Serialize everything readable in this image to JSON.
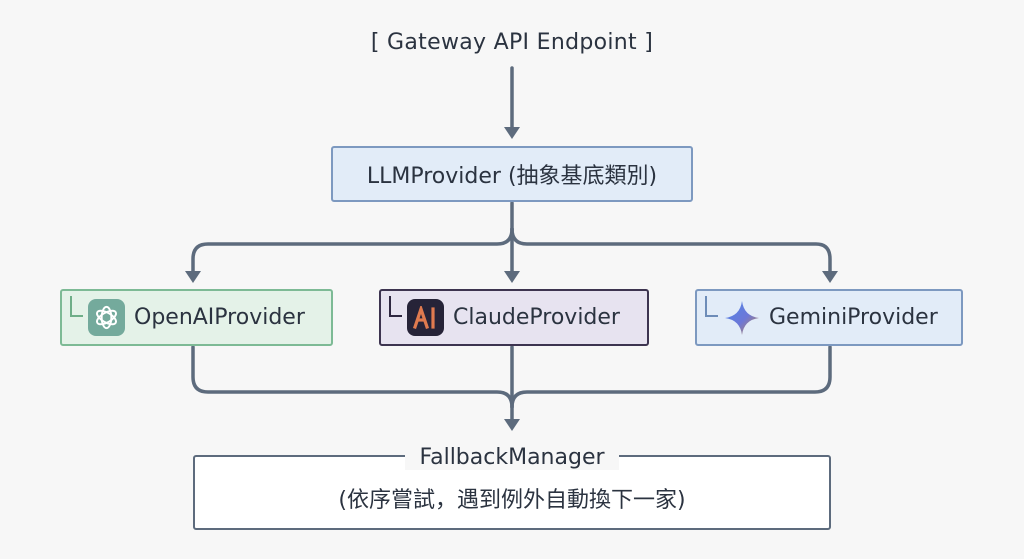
{
  "diagram": {
    "title": "[ Gateway API Endpoint ]",
    "base_class": "LLMProvider (抽象基底類別)",
    "providers": [
      {
        "label": "OpenAIProvider",
        "icon": "openai-logo-icon",
        "color": "#e4f2e8"
      },
      {
        "label": "ClaudeProvider",
        "icon": "claude-logo-icon",
        "color": "#e7e3f0"
      },
      {
        "label": "GeminiProvider",
        "icon": "gemini-logo-icon",
        "color": "#e2ecf8"
      }
    ],
    "fallback": {
      "title": "FallbackManager",
      "description": "(依序嘗試，遇到例外自動換下一家)"
    }
  },
  "colors": {
    "connector": "#5d6b7d",
    "background": "#f7f7f7"
  }
}
